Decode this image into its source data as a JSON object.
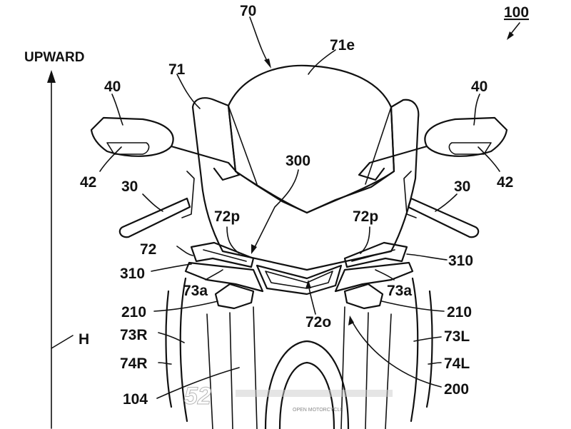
{
  "figure": {
    "ref_number": "100",
    "direction_label": "UPWARD",
    "height_label": "H"
  },
  "labels": {
    "l70": "70",
    "l71e": "71e",
    "l71": "71",
    "l40_left": "40",
    "l40_right": "40",
    "l42_left": "42",
    "l42_right": "42",
    "l30_left": "30",
    "l30_right": "30",
    "l300": "300",
    "l72p_left": "72p",
    "l72p_right": "72p",
    "l72": "72",
    "l310_left": "310",
    "l310_right": "310",
    "l73a_left": "73a",
    "l73a_right": "73a",
    "l210_left": "210",
    "l210_right": "210",
    "l72o": "72o",
    "l73R": "73R",
    "l73L": "73L",
    "l74R": "74R",
    "l74L": "74L",
    "l104": "104",
    "l200": "200"
  },
  "watermark": {
    "text": "52",
    "tagline": "OPEN MOTORCYCLE"
  }
}
